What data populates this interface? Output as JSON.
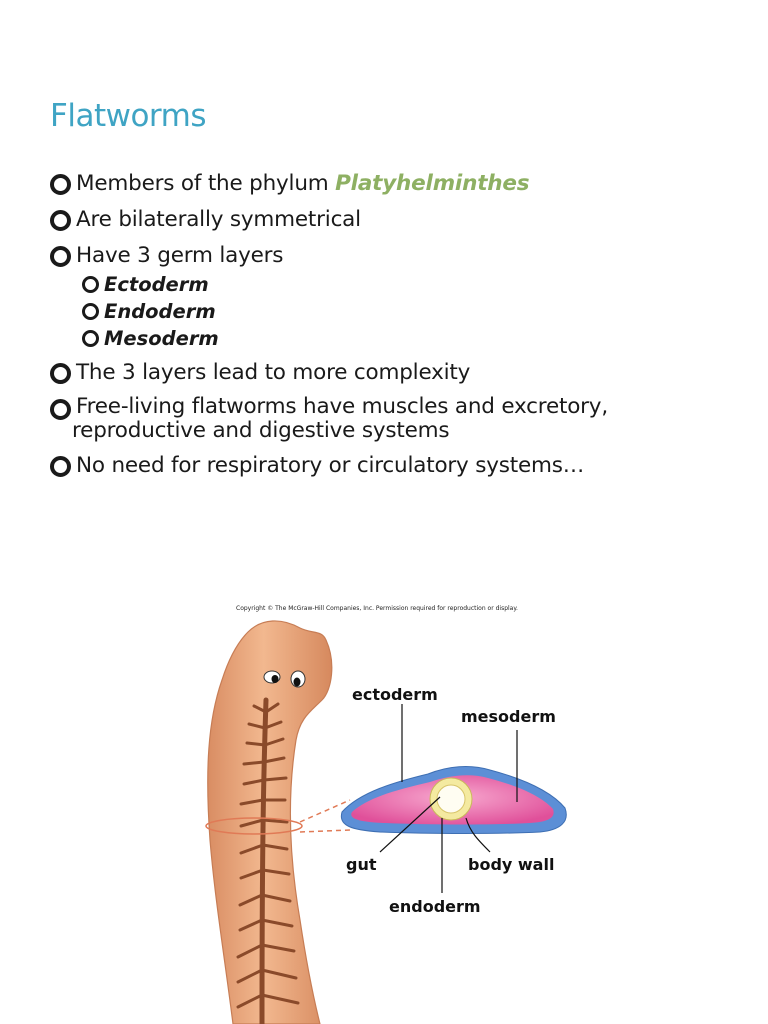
{
  "title": "Flatworms",
  "bullets": {
    "b1_prefix": "Members of the phylum ",
    "b1_species": "Platyhelminthes",
    "b2": "Are bilaterally symmetrical",
    "b3": "Have 3 germ layers",
    "sub": [
      "Ectoderm",
      "Endoderm",
      "Mesoderm"
    ],
    "b4": "The 3 layers lead to more complexity",
    "b5_line1": "Free-living flatworms have muscles and excretory,",
    "b5_line2": "reproductive and digestive systems",
    "b6": "No need for respiratory or circulatory systems…"
  },
  "figure": {
    "copyright": "Copyright © The McGraw-Hill Companies, Inc. Permission required for reproduction or display.",
    "labels": {
      "ectoderm": "ectoderm",
      "mesoderm": "mesoderm",
      "gut": "gut",
      "body_wall": "body wall",
      "endoderm": "endoderm"
    }
  },
  "colors": {
    "title": "#3fa4c4",
    "species": "#8eb063",
    "worm_body": "#e8a57d",
    "worm_gut": "#8a4a2a",
    "ectoderm_layer": "#5c8fd6",
    "mesoderm_layer": "#e0509a",
    "gut_ring": "#f2e08a"
  }
}
